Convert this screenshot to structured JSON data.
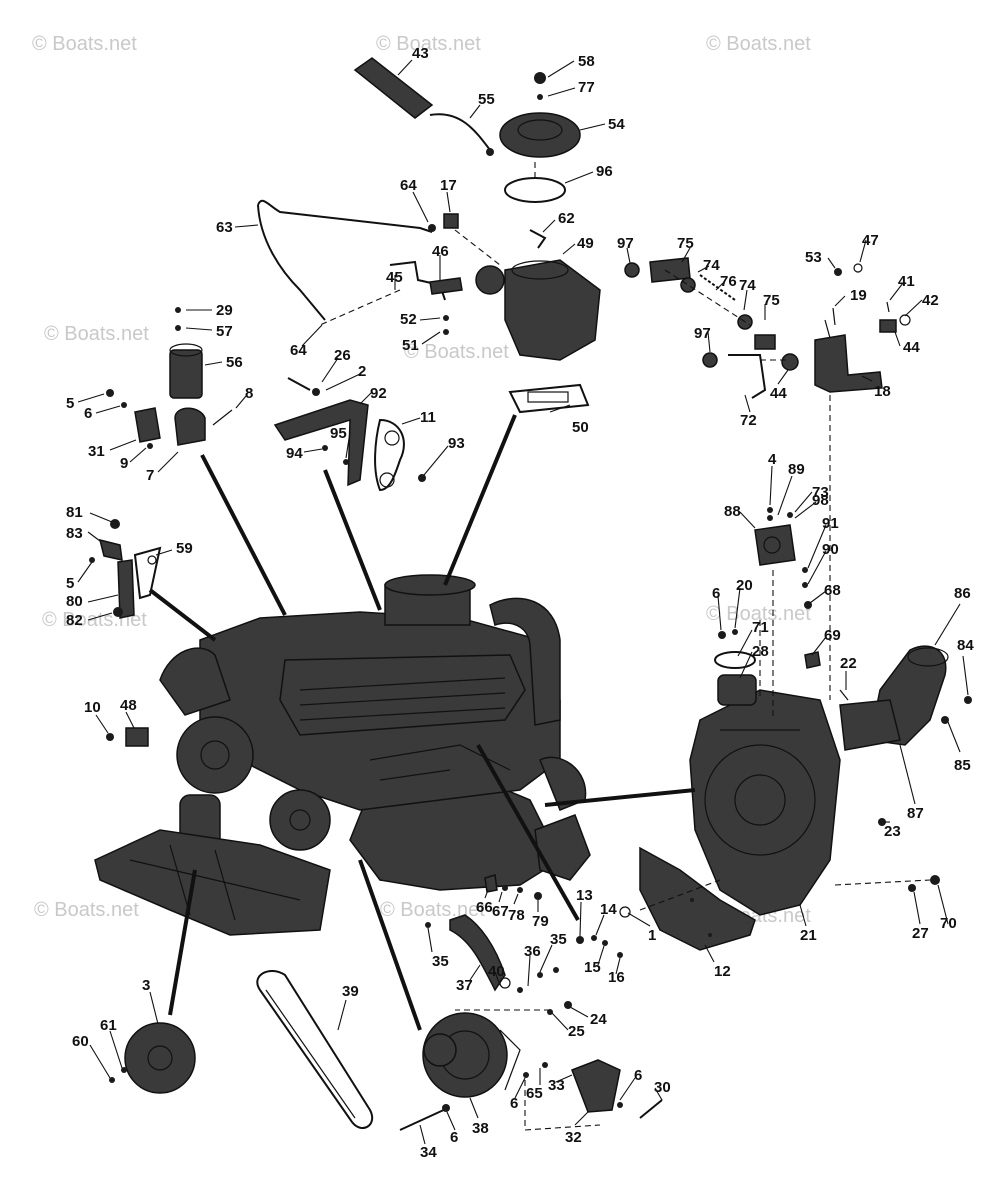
{
  "watermark": "© Boats.net",
  "part_numbers": [
    "1",
    "2",
    "3",
    "4",
    "5",
    "6",
    "7",
    "8",
    "9",
    "10",
    "11",
    "12",
    "13",
    "14",
    "15",
    "16",
    "17",
    "18",
    "19",
    "20",
    "21",
    "22",
    "23",
    "24",
    "25",
    "26",
    "27",
    "28",
    "29",
    "30",
    "31",
    "32",
    "33",
    "34",
    "35",
    "36",
    "37",
    "38",
    "39",
    "40",
    "41",
    "42",
    "43",
    "44",
    "45",
    "46",
    "47",
    "48",
    "49",
    "50",
    "51",
    "52",
    "53",
    "54",
    "55",
    "56",
    "57",
    "58",
    "59",
    "60",
    "61",
    "62",
    "63",
    "64",
    "65",
    "66",
    "67",
    "68",
    "69",
    "70",
    "71",
    "72",
    "73",
    "74",
    "75",
    "76",
    "77",
    "78",
    "79",
    "80",
    "81",
    "82",
    "83",
    "84",
    "85",
    "86",
    "87",
    "88",
    "89",
    "90",
    "91",
    "92",
    "93",
    "94",
    "95",
    "96",
    "97",
    "98"
  ],
  "callouts": [
    {
      "n": "43"
    },
    {
      "n": "55"
    },
    {
      "n": "58"
    },
    {
      "n": "77"
    },
    {
      "n": "54"
    },
    {
      "n": "96"
    },
    {
      "n": "17"
    },
    {
      "n": "64"
    },
    {
      "n": "63"
    },
    {
      "n": "62"
    },
    {
      "n": "49"
    },
    {
      "n": "97"
    },
    {
      "n": "75"
    },
    {
      "n": "74"
    },
    {
      "n": "76"
    },
    {
      "n": "74"
    },
    {
      "n": "75"
    },
    {
      "n": "97"
    },
    {
      "n": "72"
    },
    {
      "n": "44"
    },
    {
      "n": "53"
    },
    {
      "n": "47"
    },
    {
      "n": "41"
    },
    {
      "n": "42"
    },
    {
      "n": "19"
    },
    {
      "n": "44"
    },
    {
      "n": "18"
    },
    {
      "n": "45"
    },
    {
      "n": "46"
    },
    {
      "n": "52"
    },
    {
      "n": "51"
    },
    {
      "n": "64"
    },
    {
      "n": "29"
    },
    {
      "n": "57"
    },
    {
      "n": "56"
    },
    {
      "n": "26"
    },
    {
      "n": "2"
    },
    {
      "n": "5"
    },
    {
      "n": "6"
    },
    {
      "n": "8"
    },
    {
      "n": "31"
    },
    {
      "n": "9"
    },
    {
      "n": "7"
    },
    {
      "n": "92"
    },
    {
      "n": "11"
    },
    {
      "n": "95"
    },
    {
      "n": "94"
    },
    {
      "n": "93"
    },
    {
      "n": "50"
    },
    {
      "n": "81"
    },
    {
      "n": "83"
    },
    {
      "n": "59"
    },
    {
      "n": "5"
    },
    {
      "n": "80"
    },
    {
      "n": "82"
    },
    {
      "n": "4"
    },
    {
      "n": "89"
    },
    {
      "n": "73"
    },
    {
      "n": "98"
    },
    {
      "n": "88"
    },
    {
      "n": "91"
    },
    {
      "n": "90"
    },
    {
      "n": "6"
    },
    {
      "n": "20"
    },
    {
      "n": "68"
    },
    {
      "n": "71"
    },
    {
      "n": "69"
    },
    {
      "n": "28"
    },
    {
      "n": "22"
    },
    {
      "n": "86"
    },
    {
      "n": "84"
    },
    {
      "n": "85"
    },
    {
      "n": "87"
    },
    {
      "n": "23"
    },
    {
      "n": "10"
    },
    {
      "n": "48"
    },
    {
      "n": "66"
    },
    {
      "n": "67"
    },
    {
      "n": "78"
    },
    {
      "n": "79"
    },
    {
      "n": "13"
    },
    {
      "n": "14"
    },
    {
      "n": "1"
    },
    {
      "n": "35"
    },
    {
      "n": "35"
    },
    {
      "n": "36"
    },
    {
      "n": "15"
    },
    {
      "n": "16"
    },
    {
      "n": "37"
    },
    {
      "n": "40"
    },
    {
      "n": "12"
    },
    {
      "n": "21"
    },
    {
      "n": "27"
    },
    {
      "n": "70"
    },
    {
      "n": "39"
    },
    {
      "n": "3"
    },
    {
      "n": "61"
    },
    {
      "n": "60"
    },
    {
      "n": "24"
    },
    {
      "n": "25"
    },
    {
      "n": "65"
    },
    {
      "n": "33"
    },
    {
      "n": "6"
    },
    {
      "n": "6"
    },
    {
      "n": "30"
    },
    {
      "n": "34"
    },
    {
      "n": "6"
    },
    {
      "n": "38"
    },
    {
      "n": "32"
    }
  ]
}
